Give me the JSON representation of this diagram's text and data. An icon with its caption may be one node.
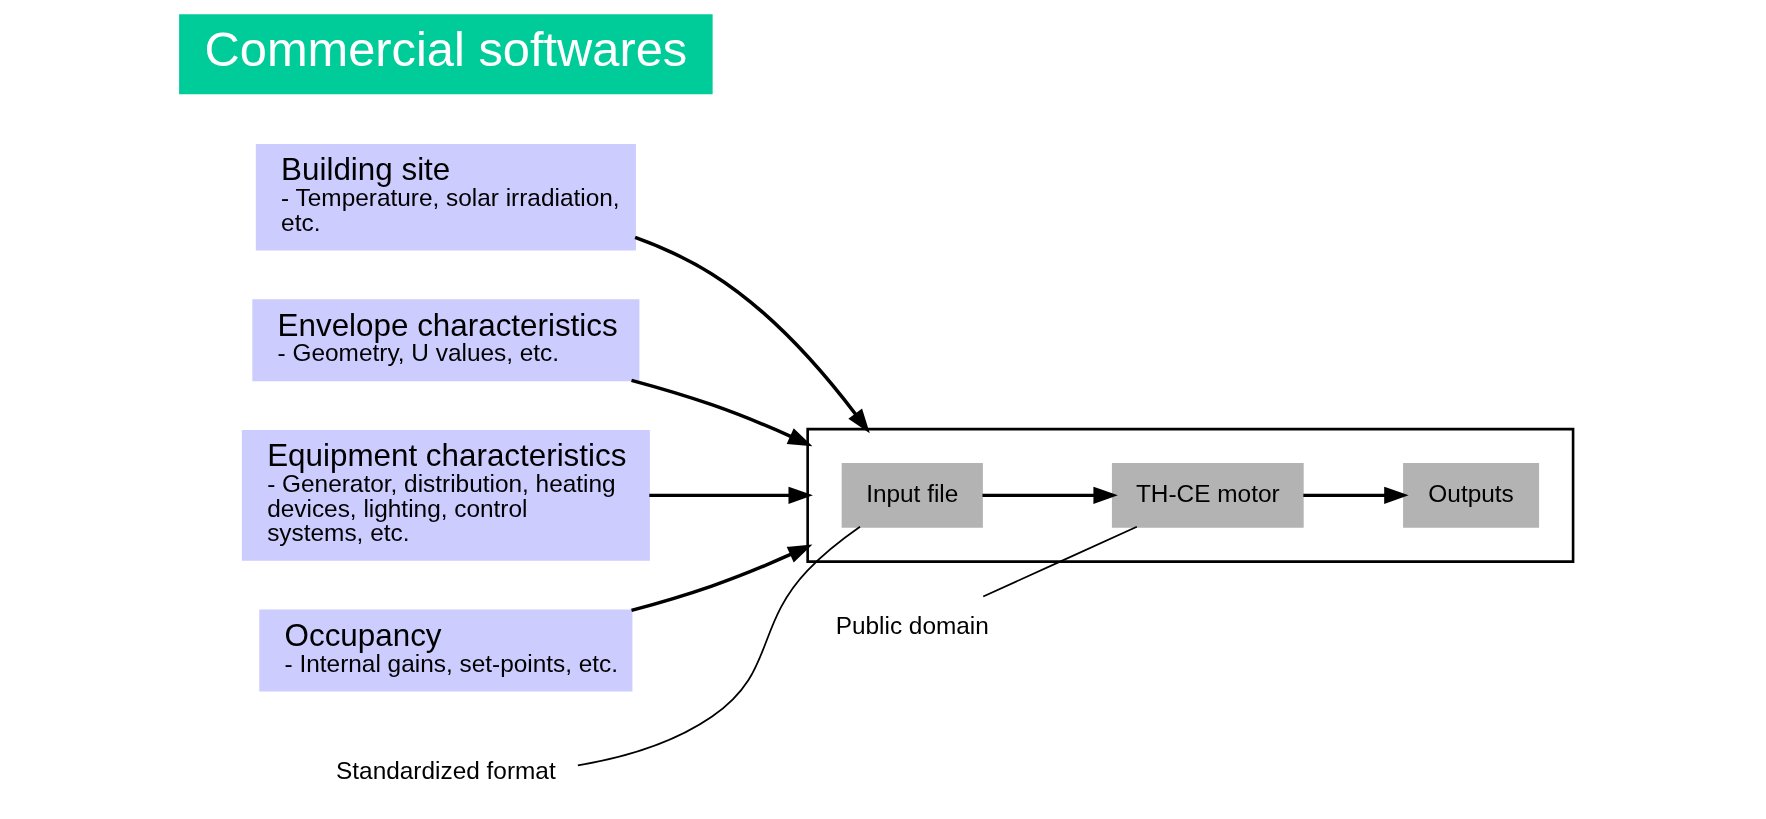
{
  "diagram": {
    "nodes": [
      {
        "text": [
          "Building site",
          "- Temperature, solar irradiation, etc."
        ]
      },
      {
        "text": [
          "Envelope characteristics",
          "- Geometry, U values, etc."
        ]
      },
      {
        "text": [
          "Equipment characteristics",
          "- Generator, distribution, heating devices, lighting, control systems, etc."
        ]
      },
      {
        "text": [
          "Occupancy",
          "- Internal gains, set-points, etc."
        ]
      },
      {
        "text": [
          "Commercial softwares"
        ]
      },
      {
        "text": [],
        "shape": "box"
      },
      {
        "text": [
          "Input file"
        ],
        "in": 5
      },
      {
        "text": [
          "TH-CE motor"
        ],
        "in": 5
      },
      {
        "text": [
          "Outputs"
        ],
        "in": 5
      },
      {
        "text": [
          "Standardized format"
        ]
      },
      {
        "text": [
          "Public domain"
        ]
      }
    ],
    "edges": [
      {
        "from": 0,
        "to": 5,
        "arrow": "to"
      },
      {
        "from": 1,
        "to": 5,
        "arrow": "to"
      },
      {
        "from": 2,
        "to": 5,
        "arrow": "to"
      },
      {
        "from": 3,
        "to": 5,
        "arrow": "to"
      },
      {
        "from": 6,
        "to": 7,
        "arrow": "to"
      },
      {
        "from": 7,
        "to": 8,
        "arrow": "to"
      },
      {
        "from": 9,
        "to": 6,
        "arrow": "none"
      },
      {
        "from": 10,
        "to": 7,
        "arrow": "none"
      }
    ]
  }
}
